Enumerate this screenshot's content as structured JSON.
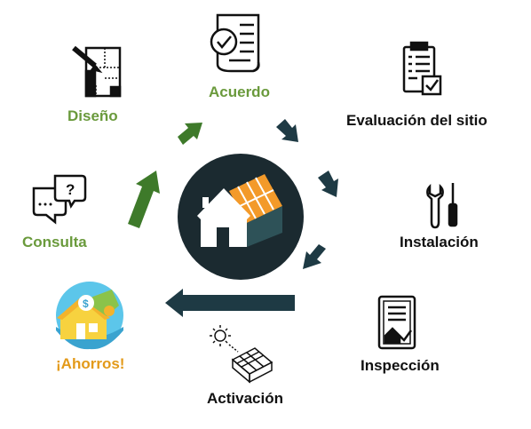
{
  "steps": {
    "acuerdo": "Acuerdo",
    "evaluacion": "Evaluación del sitio",
    "diseno": "Diseño",
    "consulta": "Consulta",
    "instalacion": "Instalación",
    "ahorros": "¡Ahorros!",
    "inspeccion": "Inspección",
    "activacion": "Activación"
  },
  "icons": {
    "acuerdo": "checked-document-icon",
    "evaluacion": "clipboard-checklist-icon",
    "diseno": "blueprint-pencil-icon",
    "consulta": "chat-bubbles-icon",
    "instalacion": "wrench-screwdriver-icon",
    "ahorros": "savings-house-icon",
    "inspeccion": "inspection-document-icon",
    "activacion": "sun-solar-panel-icon",
    "center": "house-solar-roof-icon"
  },
  "colors": {
    "green_label": "#6a9a3c",
    "green_arrow": "#3e7a2a",
    "dark_arrow": "#1e3a44",
    "center_circle": "#1b2a30",
    "solar_orange": "#f39a2a",
    "orange_label": "#e39a1a"
  }
}
